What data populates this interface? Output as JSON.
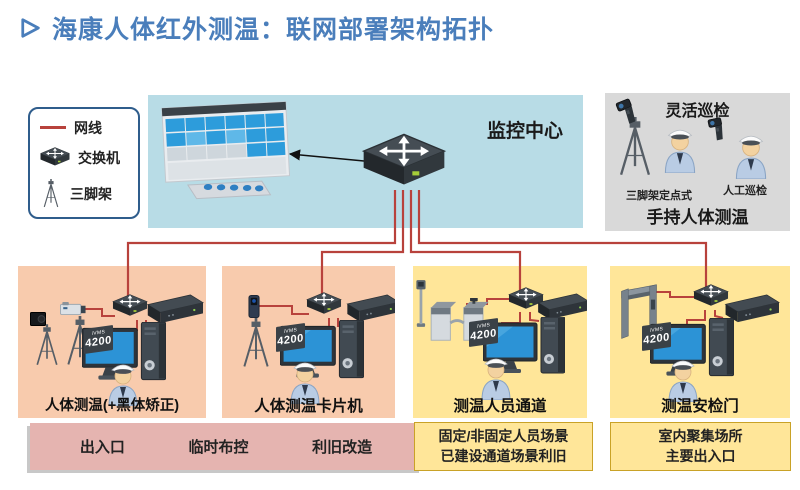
{
  "title": {
    "text": "海康人体红外测温：联网部署架构拓扑"
  },
  "legend": {
    "items": [
      {
        "icon": "cable-icon",
        "label": "网线"
      },
      {
        "icon": "switch-icon",
        "label": "交换机"
      },
      {
        "icon": "tripod-icon",
        "label": "三脚架"
      }
    ]
  },
  "monitoring_center": {
    "label": "监控中心"
  },
  "patrol": {
    "title": "灵活巡检",
    "stations": [
      {
        "label": "三脚架定点式"
      },
      {
        "label": "人工巡检"
      }
    ],
    "footer": "手持人体测温"
  },
  "software_sign": {
    "brand": "iVMS",
    "model": "4200"
  },
  "scenes": [
    {
      "label": "人体测温(+黑体矫正)"
    },
    {
      "label": "人体测温卡片机"
    },
    {
      "label": "测温人员通道"
    },
    {
      "label": "测温安检门"
    }
  ],
  "notes": {
    "entrance": {
      "items": [
        "出入口",
        "临时布控",
        "利旧改造"
      ]
    },
    "channel": {
      "lines": [
        "固定/非固定人员场景",
        "已建设通道场景利旧"
      ]
    },
    "indoor": {
      "lines": [
        "室内聚集场所",
        "主要出入口"
      ]
    }
  },
  "colors": {
    "title_blue": "#4A7EBB",
    "cable_red": "#B8423C",
    "center_bg": "#B8DCE6",
    "patrol_bg": "#D9D9D9",
    "scene_orange": "#F8CBAD",
    "scene_yellow": "#FFE699",
    "note_pink": "#E5B4B0",
    "legend_border": "#2F5D8C"
  }
}
